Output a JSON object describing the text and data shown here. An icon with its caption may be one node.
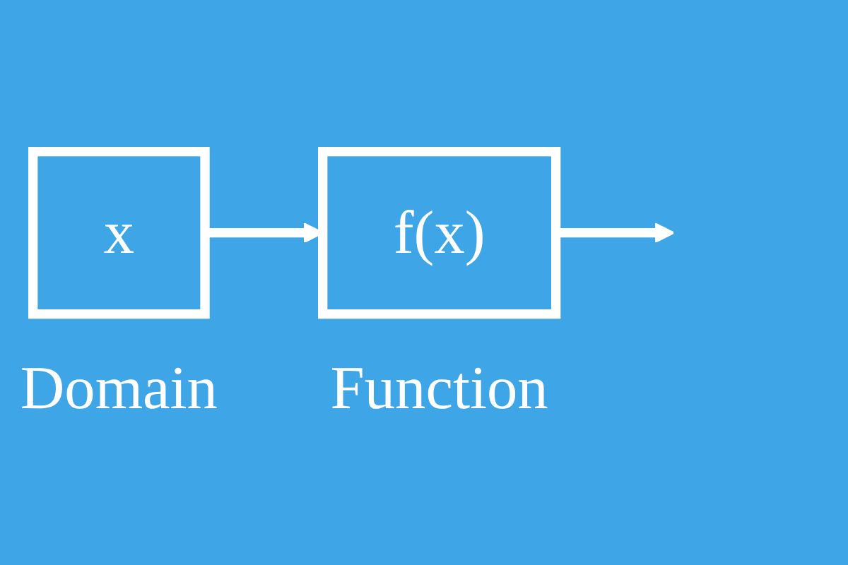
{
  "diagram": {
    "nodes": [
      {
        "text": [
          "x"
        ],
        "beside": [
          "Domain"
        ]
      },
      {
        "text": [
          "f(x)"
        ],
        "beside": [
          "Function"
        ]
      }
    ],
    "edges": [
      {
        "from": 0,
        "to": 1,
        "arrow": "to"
      },
      {
        "from": 1,
        "to": null,
        "arrow": "to"
      }
    ]
  }
}
